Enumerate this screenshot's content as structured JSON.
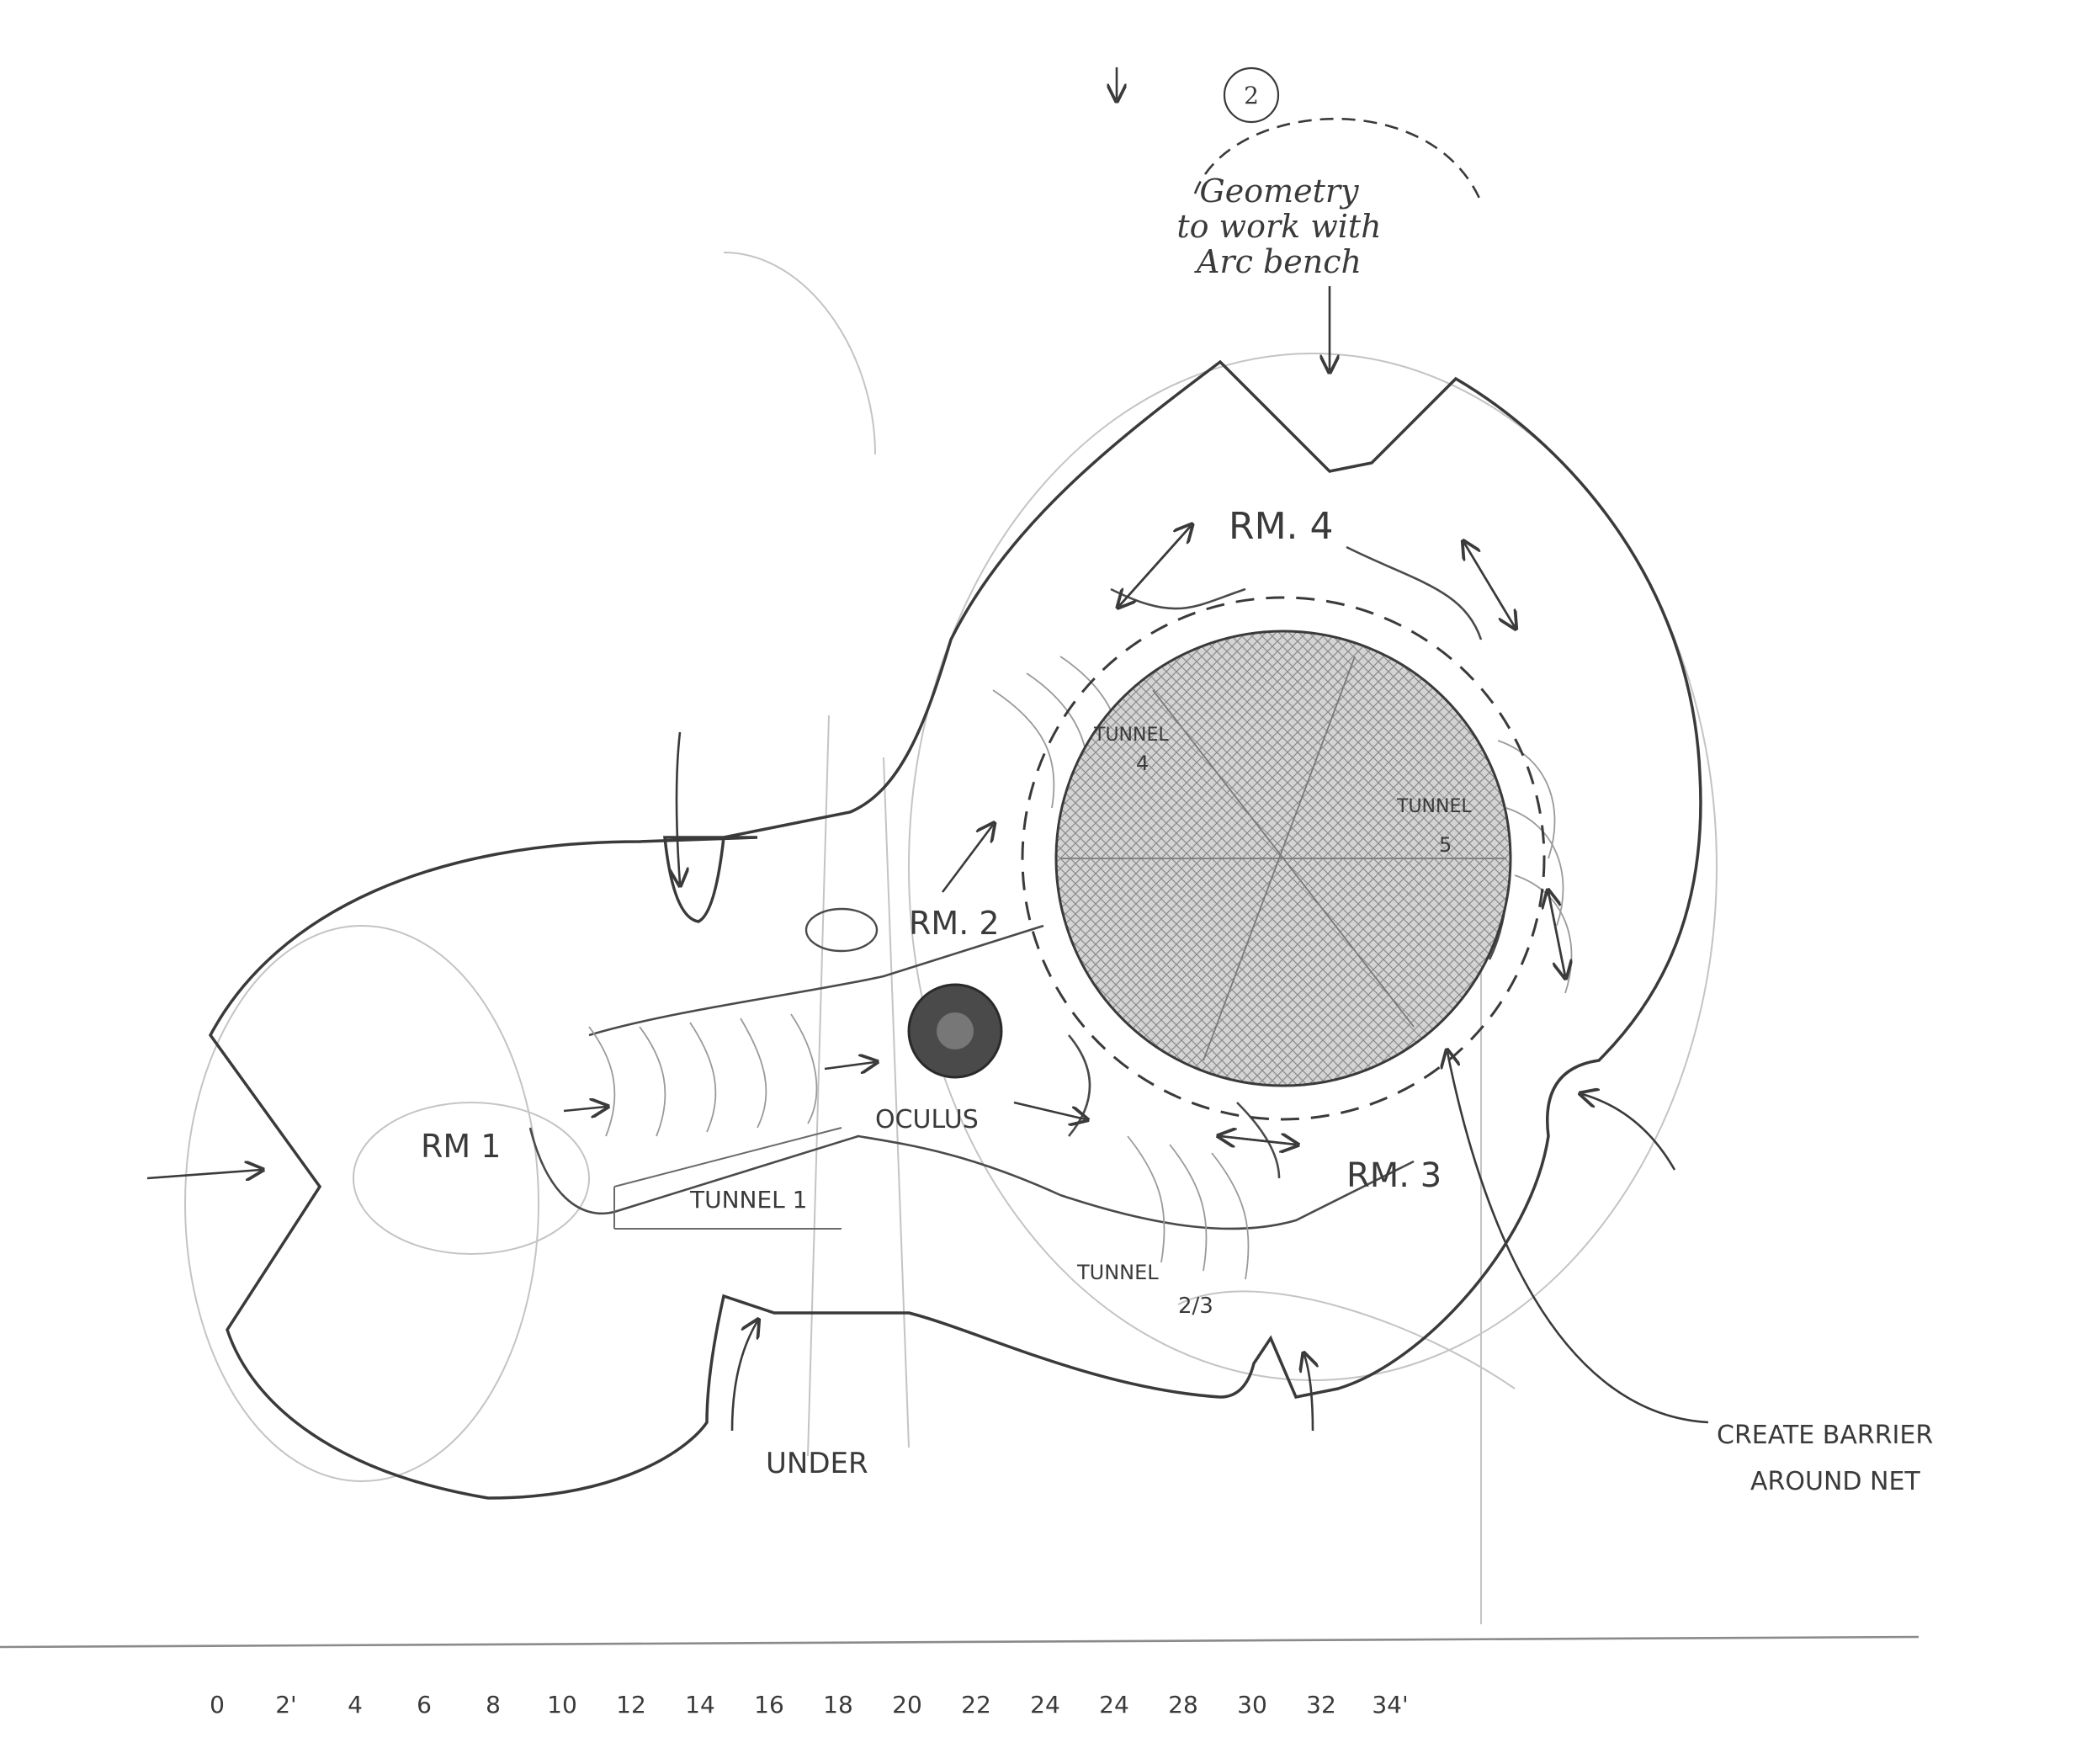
{
  "circle_label": "2",
  "notes": {
    "geometry": [
      "Geometry",
      "to work with",
      "Arc bench"
    ],
    "barrier": [
      "CREATE BARRIER",
      "AROUND NET"
    ]
  },
  "rooms": {
    "rm1": "RM 1",
    "rm2": "RM. 2",
    "rm3": "RM. 3",
    "rm4": "RM. 4"
  },
  "tunnels": {
    "t1": "TUNNEL 1",
    "t23_a": "TUNNEL",
    "t23_b": "2/3",
    "t4_a": "TUNNEL",
    "t4_b": "4",
    "t5_a": "TUNNEL",
    "t5_b": "5"
  },
  "features": {
    "oculus": "OCULUS",
    "under": "UNDER"
  },
  "scale": {
    "ticks": [
      "0",
      "2'",
      "4",
      "6",
      "8",
      "10",
      "12",
      "14",
      "16",
      "18",
      "20",
      "22",
      "24",
      "24",
      "28",
      "30",
      "32",
      "34'"
    ]
  },
  "colors": {
    "pencil": "#3a3a3a",
    "light_pencil": "#9a9a9a",
    "net_fill": "#c8c8c8",
    "oculus_fill": "#4a4a4a"
  }
}
